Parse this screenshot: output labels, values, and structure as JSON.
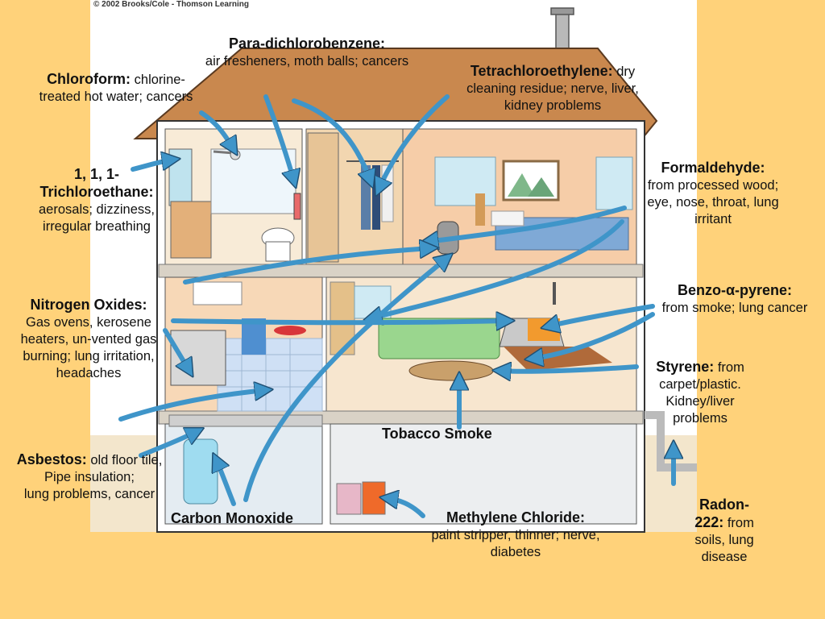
{
  "copyright": "© 2002 Brooks/Cole - Thomson Learning",
  "labels": {
    "para": {
      "name": "Para-dichlorobenzene:",
      "desc": "air fresheners, moth balls; cancers"
    },
    "chloroform": {
      "name": "Chloroform:",
      "desc_inline": "chlorine-",
      "desc": "treated hot water; cancers"
    },
    "tetra": {
      "name": "Tetrachloroethylene:",
      "desc_inline": "dry",
      "desc": "cleaning residue; nerve, liver, kidney problems"
    },
    "trichloro": {
      "name_line1": "1, 1, 1-",
      "name_line2": "Trichloroethane:",
      "desc": "aerosals; dizziness, irregular breathing"
    },
    "formaldehyde": {
      "name": "Formaldehyde:",
      "desc": "from processed wood; eye, nose, throat, lung irritant"
    },
    "nitrogen": {
      "name": "Nitrogen Oxides:",
      "desc": "Gas ovens, kerosene heaters, un-vented gas burning; lung irritation, headaches"
    },
    "benzo": {
      "name": "Benzo-α-pyrene:",
      "desc": "from smoke; lung cancer"
    },
    "styrene": {
      "name": "Styrene:",
      "desc_inline": "from",
      "desc": "carpet/plastic. Kidney/liver problems"
    },
    "tobacco": {
      "name": "Tobacco Smoke"
    },
    "asbestos": {
      "name": "Asbestos:",
      "desc_inline": "old floor tile,",
      "desc_line2": "Pipe insulation;",
      "desc_line3": "lung problems, cancer"
    },
    "carbon": {
      "name": "Carbon Monoxide"
    },
    "methylene": {
      "name": "Methylene Chloride:",
      "desc": "paint stripper, thinner; nerve, diabetes"
    },
    "radon": {
      "name_line1": "Radon-",
      "name_line2": "222:",
      "desc_inline": "from",
      "desc": "soils, lung disease"
    }
  },
  "colors": {
    "background": "#FFD27A",
    "arrow": "#3F95C9",
    "roof": "#C9884E",
    "wall": "#F6E2C2"
  }
}
